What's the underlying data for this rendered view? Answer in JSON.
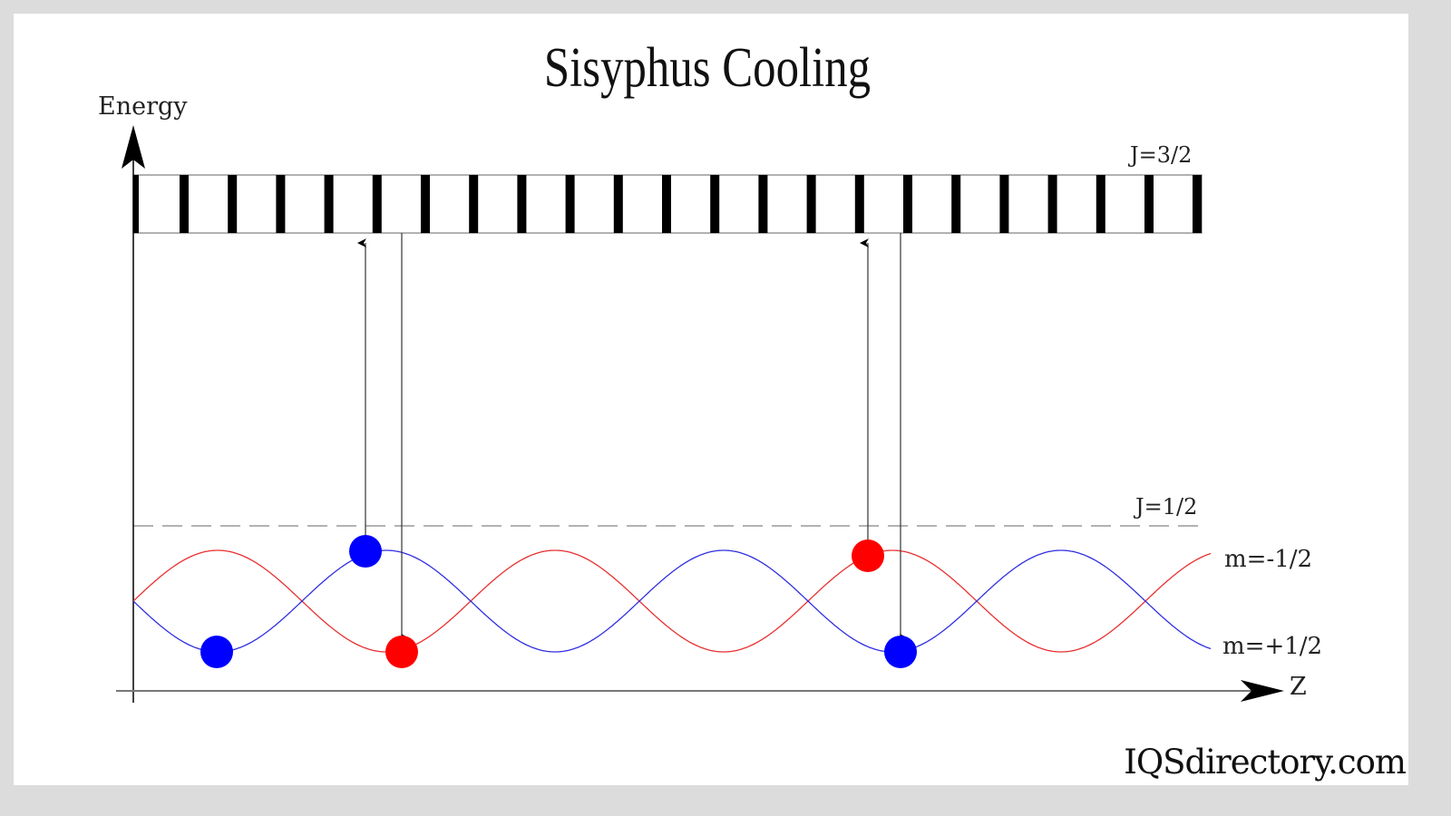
{
  "title": "Sisyphus Cooling",
  "axes": {
    "y_label": "Energy",
    "x_label": "Z"
  },
  "levels": {
    "upper": "J=3/2",
    "lower": "J=1/2"
  },
  "curves": [
    {
      "label": "m=-1/2",
      "color": "#e83030"
    },
    {
      "label": "m=+1/2",
      "color": "#3030e0"
    }
  ],
  "atom_colors": {
    "blue": "#0000ff",
    "red": "#ff0000"
  },
  "watermark": "IQSdirectory.com"
}
